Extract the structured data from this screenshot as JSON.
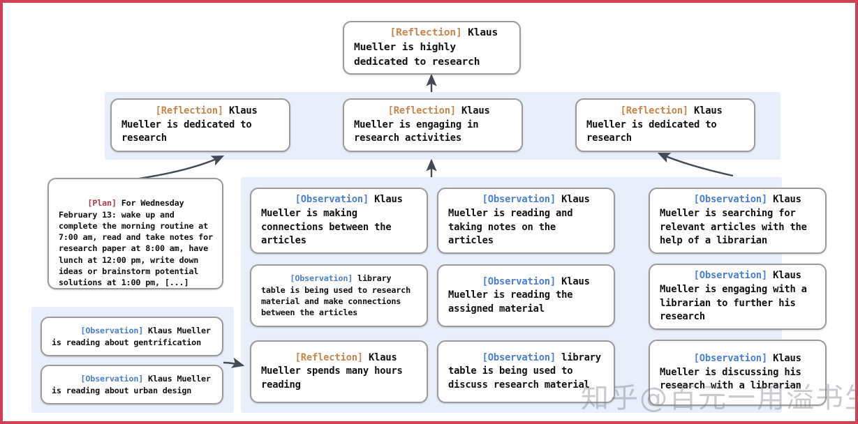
{
  "figure": {
    "border_color": "#cf4055",
    "panel_color": "#e8effb",
    "node_border_color": "#9b9b9b",
    "tag_colors": {
      "reflection": "#c8864e",
      "observation": "#4a7fd4",
      "plan": "#b03a48"
    }
  },
  "watermark": {
    "zhihu": "知乎",
    "handle": "@百元一用溢书生"
  },
  "nodes": {
    "top_reflection": {
      "tag": "[Reflection]",
      "tag_type": "reflection",
      "text": " Klaus Mueller is highly dedicated to research"
    },
    "mid_left_reflection": {
      "tag": "[Reflection]",
      "tag_type": "reflection",
      "text": " Klaus Mueller is dedicated to research"
    },
    "mid_center_reflection": {
      "tag": "[Reflection]",
      "tag_type": "reflection",
      "text": " Klaus Mueller is engaging in research activities"
    },
    "mid_right_reflection": {
      "tag": "[Reflection]",
      "tag_type": "reflection",
      "text": " Klaus Mueller is dedicated to research"
    },
    "plan": {
      "tag": "[Plan]",
      "tag_type": "plan",
      "text": " For Wednesday February 13: wake up and complete the morning routine at 7:00 am, read and take notes for research paper at 8:00 am, have lunch at 12:00 pm, write down ideas or brainstorm potential solutions at 1:00 pm, [...]"
    },
    "obs_gentrification": {
      "tag": "[Observation]",
      "tag_type": "observation",
      "text": " Klaus Mueller is reading about gentrification"
    },
    "obs_urban_design": {
      "tag": "[Observation]",
      "tag_type": "observation",
      "text": " Klaus Mueller is reading about urban design"
    },
    "obs_connections": {
      "tag": "[Observation]",
      "tag_type": "observation",
      "text": " Klaus Mueller is making connections between the articles"
    },
    "obs_library_table_connections": {
      "tag": "[Observation]",
      "tag_type": "observation",
      "text": " library table is being used to research material and make connections between the articles"
    },
    "reflection_hours_reading": {
      "tag": "[Reflection]",
      "tag_type": "reflection",
      "text": " Klaus Mueller spends many hours reading"
    },
    "obs_taking_notes": {
      "tag": "[Observation]",
      "tag_type": "observation",
      "text": " Klaus Mueller is reading and taking notes on the articles"
    },
    "obs_assigned_material": {
      "tag": "[Observation]",
      "tag_type": "observation",
      "text": " Klaus Mueller is reading the assigned material"
    },
    "obs_library_table_discuss": {
      "tag": "[Observation]",
      "tag_type": "observation",
      "text": " library table is being used to discuss research material"
    },
    "obs_searching_articles": {
      "tag": "[Observation]",
      "tag_type": "observation",
      "text": " Klaus Mueller is searching for relevant articles with the help of a librarian"
    },
    "obs_engaging_librarian": {
      "tag": "[Observation]",
      "tag_type": "observation",
      "text": " Klaus Mueller is engaging with a librarian to further his research"
    },
    "obs_discussing_librarian": {
      "tag": "[Observation]",
      "tag_type": "observation",
      "text": " Klaus Mueller is discussing his research with a librarian"
    }
  }
}
